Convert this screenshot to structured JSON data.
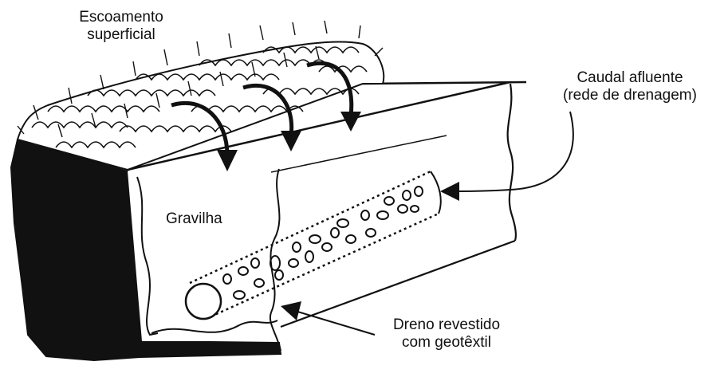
{
  "labels": {
    "surface_runoff": [
      "Escoamento",
      "superficial"
    ],
    "inflow": [
      "Caudal afluente",
      "(rede de drenagem)"
    ],
    "gravel": "Gravilha",
    "drain": [
      "Dreno revestido",
      "com geotêxtil"
    ]
  },
  "colors": {
    "ink": "#111111",
    "background": "#ffffff"
  }
}
